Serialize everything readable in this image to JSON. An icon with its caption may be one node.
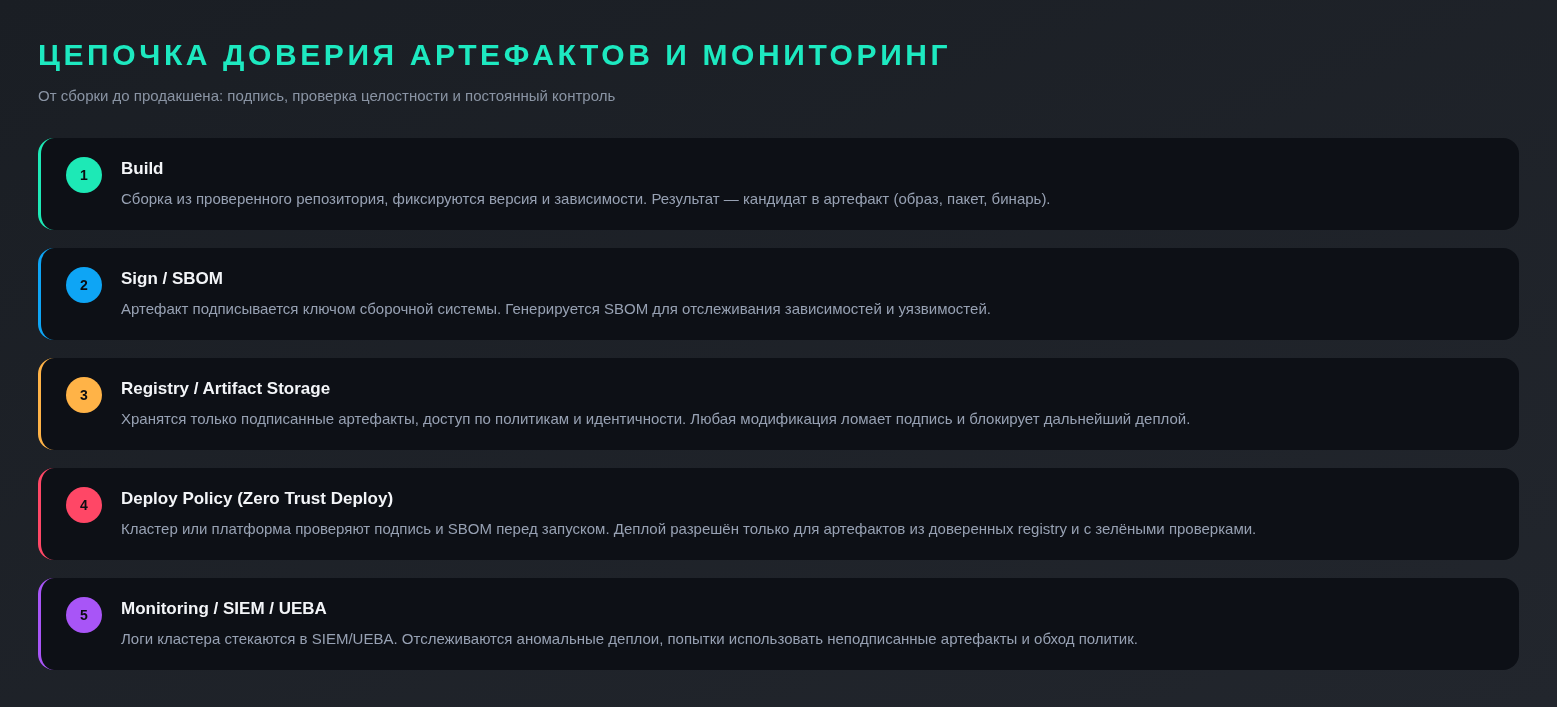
{
  "diagram": {
    "title": "ЦЕПОЧКА ДОВЕРИЯ АРТЕФАКТОВ И МОНИТОРИНГ",
    "nodes": [
      {
        "text": [
          "Build",
          "Сборка из проверенного репозитория, фиксируются версия и зависимости. Результат — кандидат в артефакт (образ, пакет, бинарь)."
        ]
      },
      {
        "text": [
          "1"
        ],
        "in": 0
      },
      {
        "text": [
          "Sign / SBOM",
          "Артефакт подписывается ключом сборочной системы. Генерируется SBOM для отслеживания зависимостей и уязвимостей."
        ]
      },
      {
        "text": [
          "2"
        ],
        "in": 2
      },
      {
        "text": [
          "Registry / Artifact Storage",
          "Хранятся только подписанные артефакты, доступ по политикам и идентичности. Любая модификация ломает подпись и блокирует дальнейший деплой."
        ]
      },
      {
        "text": [
          "3"
        ],
        "in": 4
      },
      {
        "text": [
          "Deploy Policy (Zero Trust Deploy)",
          "Кластер или платформа проверяют подпись и SBOM перед запуском. Деплой разрешён только для артефактов из доверенных registry и с зелёными проверками."
        ]
      },
      {
        "text": [
          "4"
        ],
        "in": 6
      },
      {
        "text": [
          "Monitoring / SIEM / UEBA",
          "Логи кластера стекаются в SIEM/UEBA. Отслеживаются аномальные деплои, попытки использовать неподписанные артефакты и обход политик."
        ]
      },
      {
        "text": [
          "5"
        ],
        "in": 8
      }
    ],
    "labels": [
      "От сборки до продакшена: подпись, проверка целостности и постоянный контроль"
    ]
  }
}
